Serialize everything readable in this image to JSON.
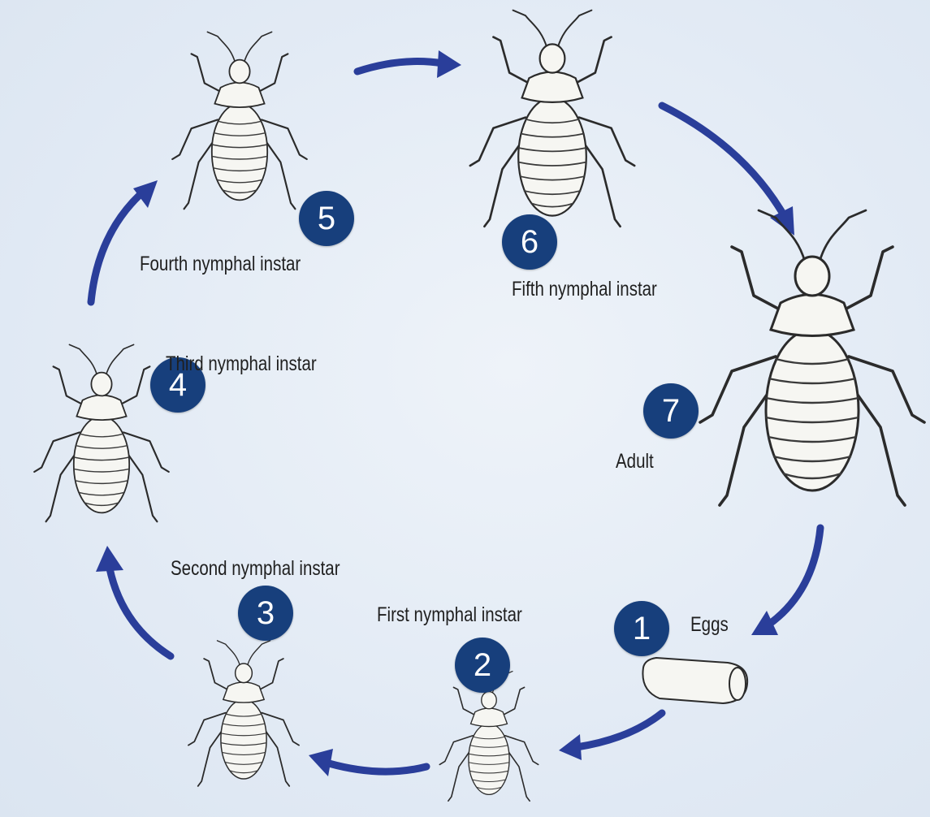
{
  "stages": [
    {
      "number": "1",
      "label": "Eggs"
    },
    {
      "number": "2",
      "label": "First nymphal instar"
    },
    {
      "number": "3",
      "label": "Second nymphal instar"
    },
    {
      "number": "4",
      "label": "Third nymphal instar"
    },
    {
      "number": "5",
      "label": "Fourth nymphal instar"
    },
    {
      "number": "6",
      "label": "Fifth nymphal instar"
    },
    {
      "number": "7",
      "label": "Adult"
    }
  ],
  "colors": {
    "badge": "#173f7c",
    "arrow": "#2a3e9a",
    "background": "#e3ebf5"
  }
}
